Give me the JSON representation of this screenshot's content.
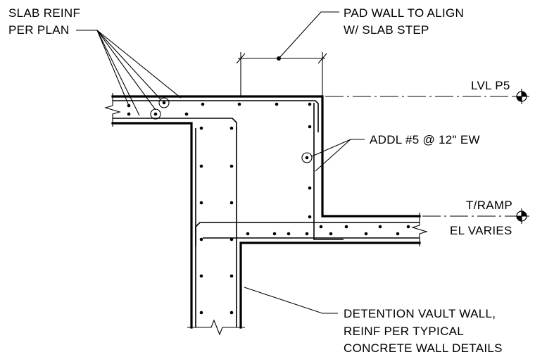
{
  "notes": {
    "slab_reinf_line1": "SLAB REINF",
    "slab_reinf_line2": "PER PLAN",
    "pad_wall_line1": "PAD WALL TO ALIGN",
    "pad_wall_line2": "W/ SLAB STEP",
    "addl_bars": "ADDL #5 @ 12\" EW",
    "detention_line1": "DETENTION VAULT WALL,",
    "detention_line2": "REINF PER TYPICAL",
    "detention_line3": "CONCRETE WALL DETAILS"
  },
  "levels": {
    "upper": "LVL P5",
    "lower_line1": "T/RAMP",
    "lower_line2": "EL VARIES"
  }
}
